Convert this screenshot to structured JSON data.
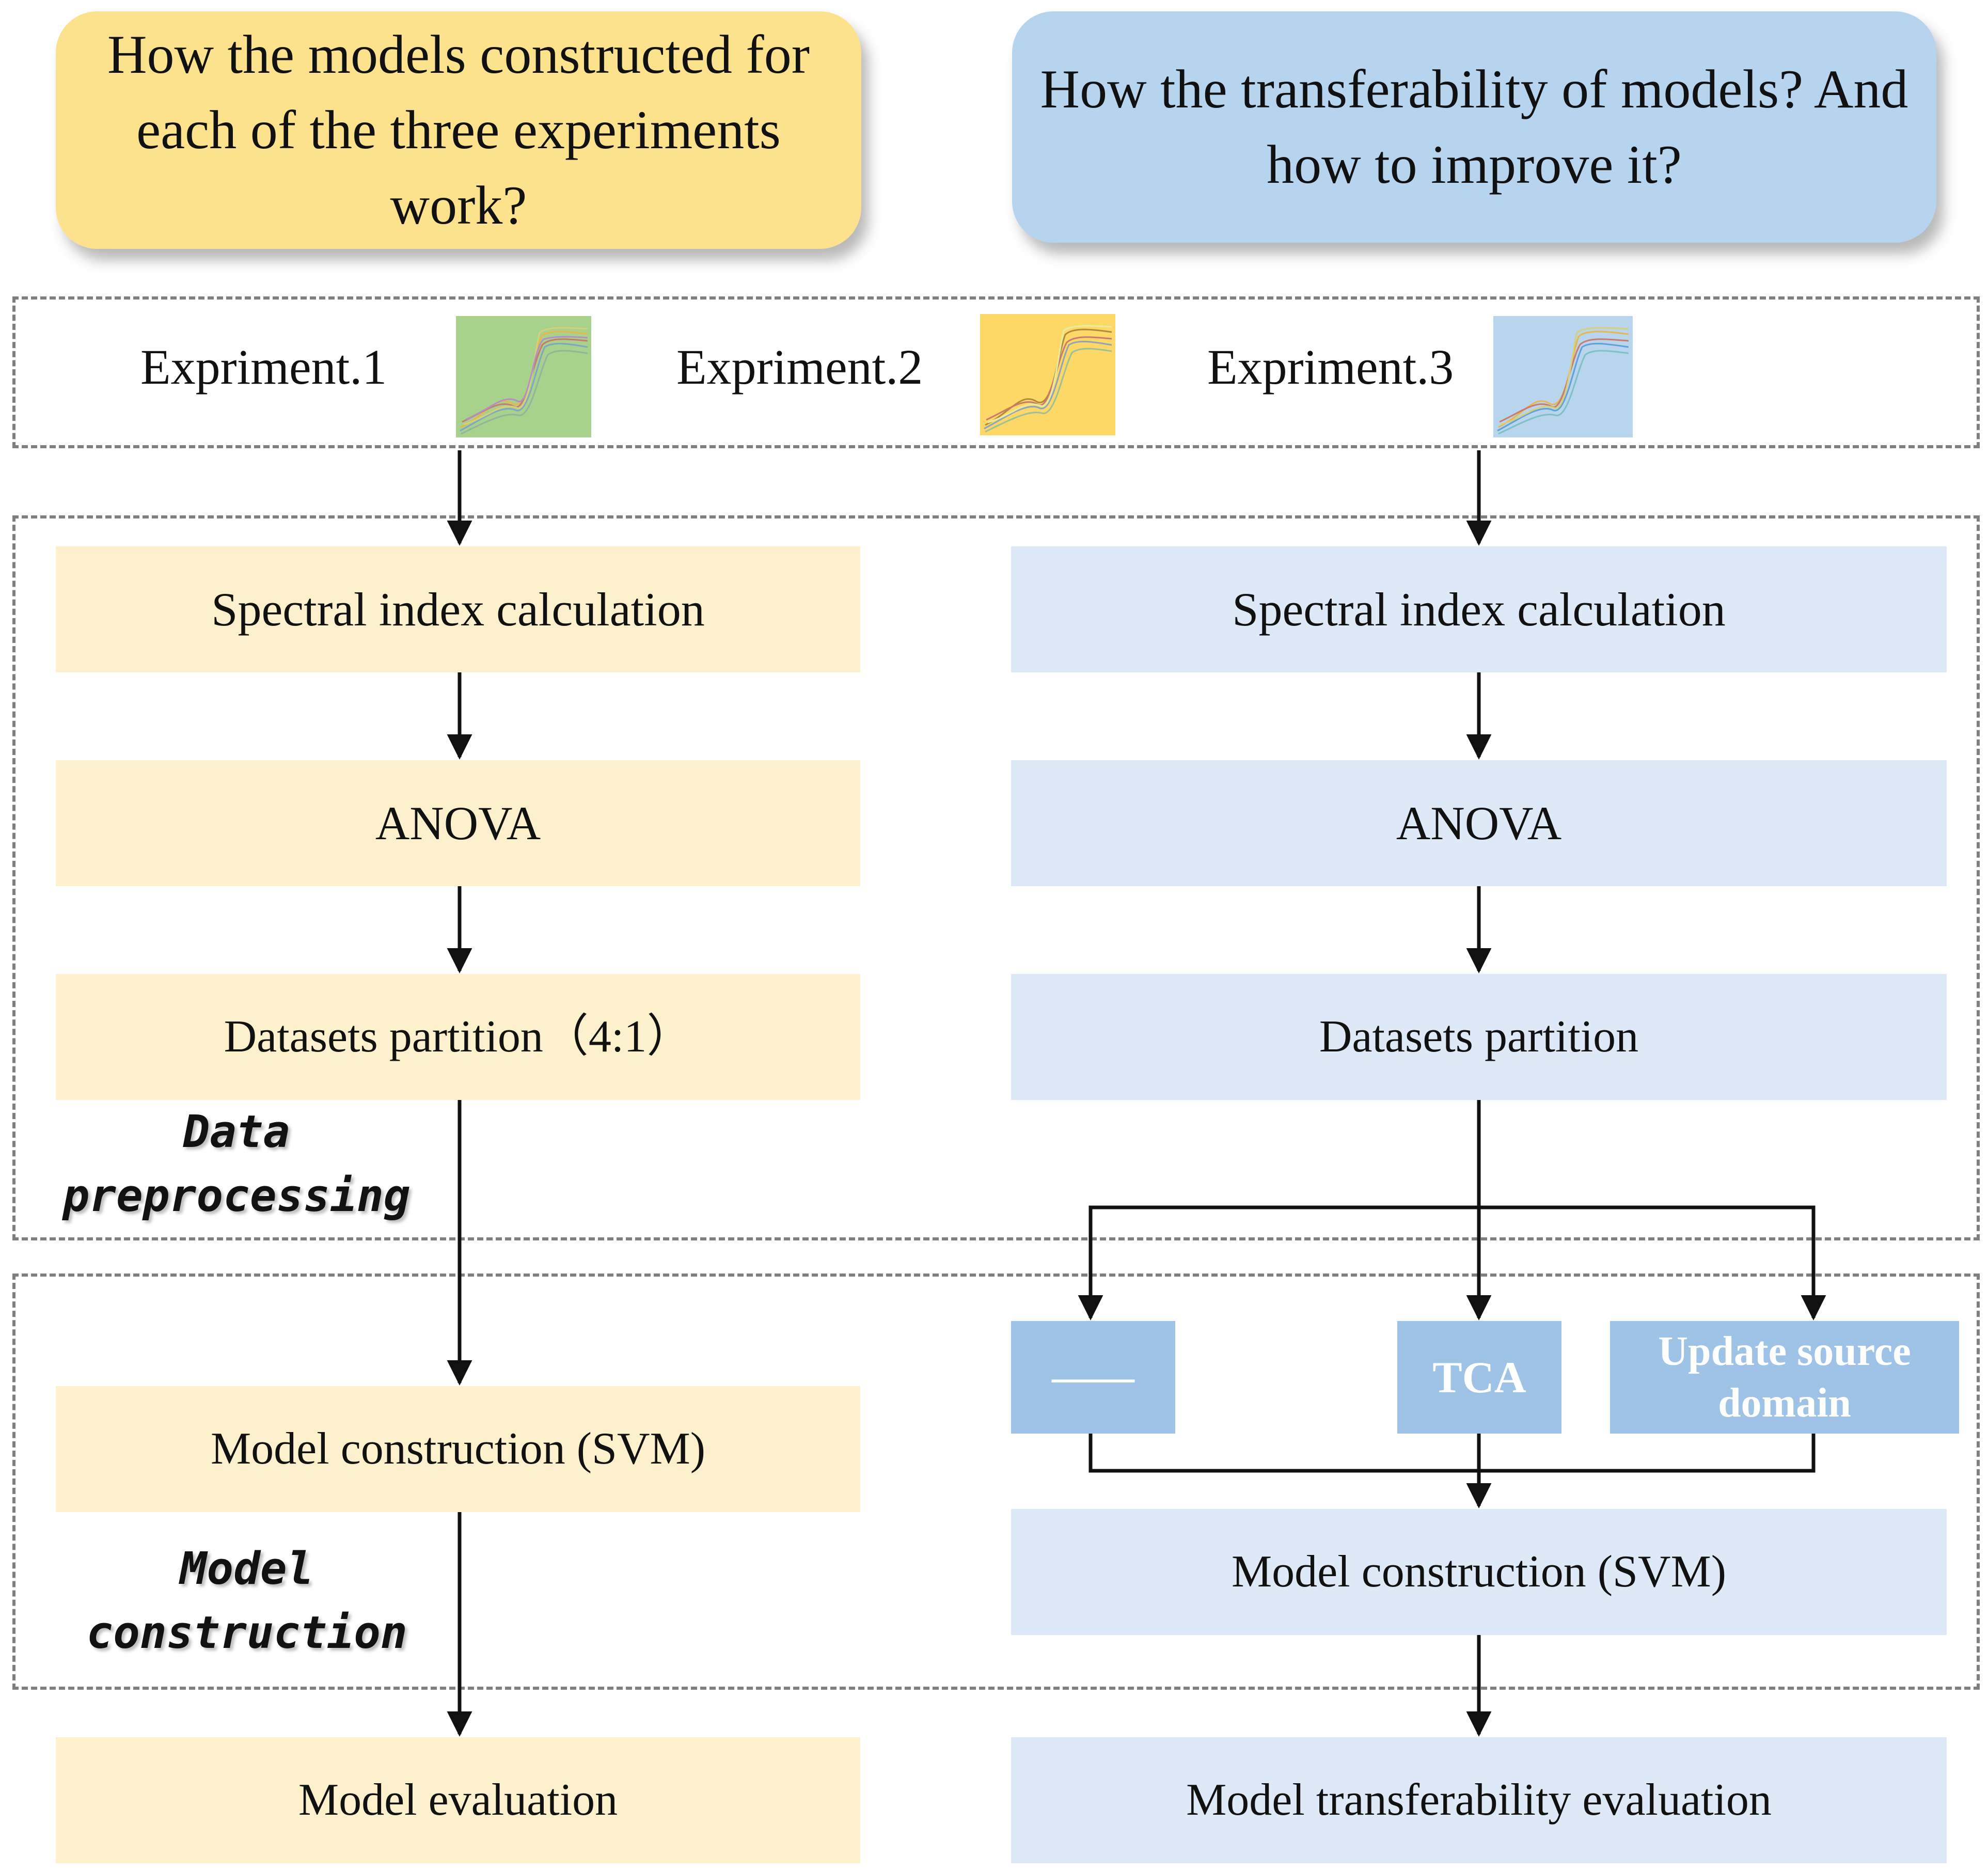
{
  "questions": {
    "left": "How the models constructed for each of the three experiments work?",
    "right": "How the transferability of models? And how to improve it?"
  },
  "experiments": [
    {
      "label": "Expriment.1",
      "color": "#a8d18b"
    },
    {
      "label": "Expriment.2",
      "color": "#fdd867"
    },
    {
      "label": "Expriment.3",
      "color": "#b9d5ee"
    }
  ],
  "left_flow": {
    "spectral": "Spectral index calculation",
    "anova": "ANOVA",
    "partition": "Datasets partition（4:1）",
    "model": "Model construction (SVM)",
    "evaluation": "Model evaluation"
  },
  "right_flow": {
    "spectral": "Spectral index calculation",
    "anova": "ANOVA",
    "partition": "Datasets partition",
    "option_none": "——",
    "option_tca": "TCA",
    "option_update": "Update source domain",
    "model": "Model construction (SVM)",
    "evaluation": "Model transferability evaluation"
  },
  "stages": {
    "preprocessing": "Data preprocessing",
    "construction": "Model construction"
  },
  "colors": {
    "yellow_header": "#fde28e",
    "blue_header": "#b7d4ee",
    "yellow_box": "#fdf0cc",
    "blue_box": "#dde9f6",
    "blue_option": "#9ec3e7",
    "dash": "#7f7f7f"
  }
}
